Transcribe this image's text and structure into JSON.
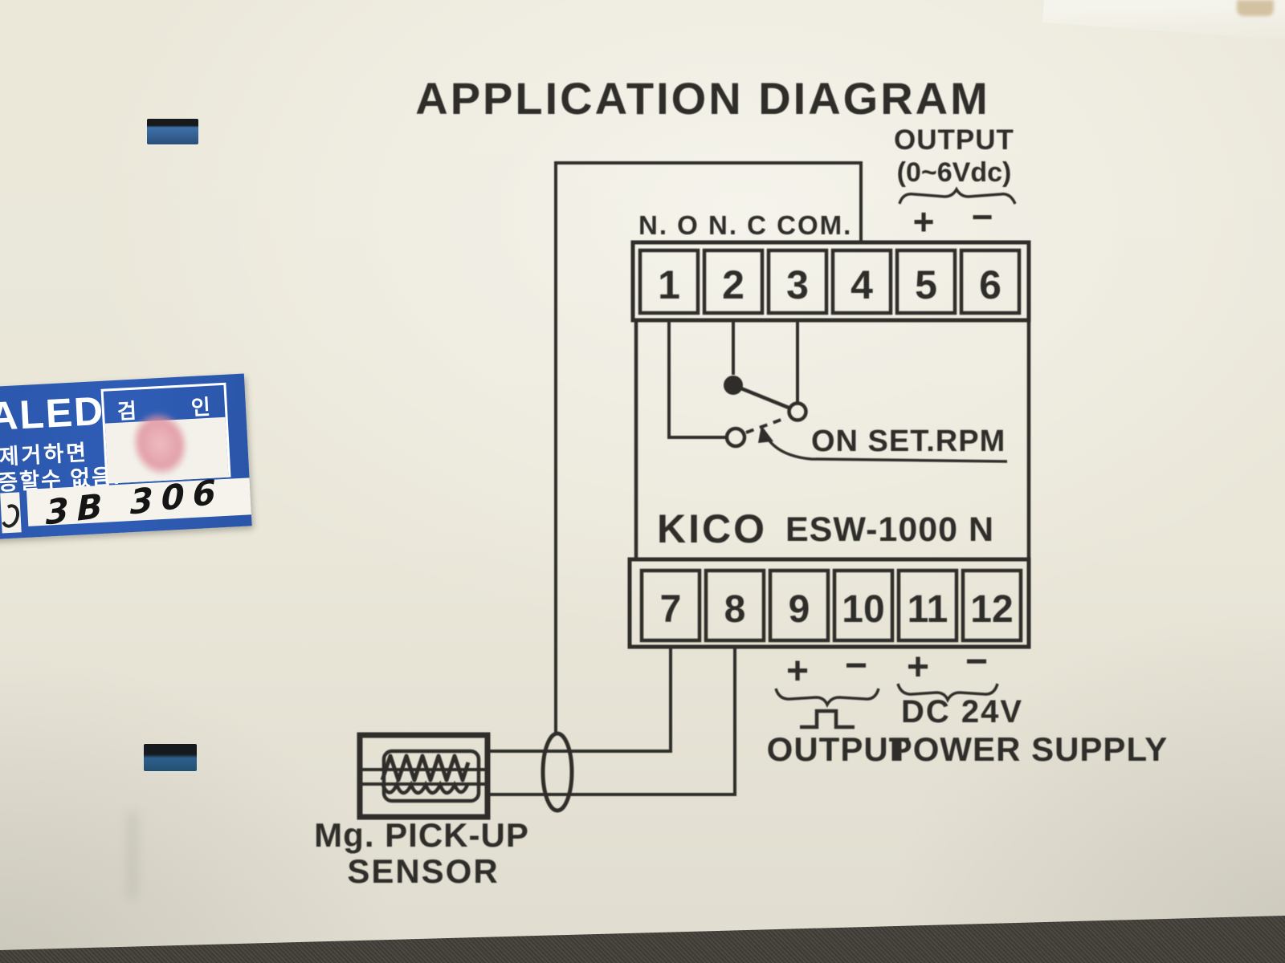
{
  "title": "APPLICATION DIAGRAM",
  "device": {
    "brand": "KICO",
    "model": "ESW-1000 N"
  },
  "output_top": {
    "label": "OUTPUT",
    "range": "(0~6Vdc)",
    "plus": "+",
    "minus": "−"
  },
  "relay": {
    "contact_labels": "N. O N. C COM.",
    "switch_note": "ON SET.RPM"
  },
  "terminals": {
    "top_row": [
      "1",
      "2",
      "3",
      "4",
      "5",
      "6"
    ],
    "bottom_row": [
      "7",
      "8",
      "9",
      "10",
      "11",
      "12"
    ]
  },
  "pulse_output": {
    "plus": "+",
    "minus": "−",
    "label": "OUTPUT"
  },
  "power": {
    "plus": "+",
    "minus": "−",
    "voltage": "DC 24V",
    "label": "POWER SUPPLY"
  },
  "sensor": {
    "line1": "Mg. PICK-UP",
    "line2": "SENSOR"
  },
  "sticker": {
    "partial_word": "ALED",
    "korean_line1": "제거하면",
    "korean_line2": "증할수 없음.",
    "stamp_header_left": "검",
    "stamp_header_right": "인",
    "handwritten": "3B 306"
  },
  "colors": {
    "ink": "#2f2d29",
    "face": "#eae7d9",
    "sticker_blue": "#2c58ac",
    "stamp_pink": "#e09aa6",
    "slot_blue": "#3a6fa6",
    "table_dark": "#45413b"
  }
}
